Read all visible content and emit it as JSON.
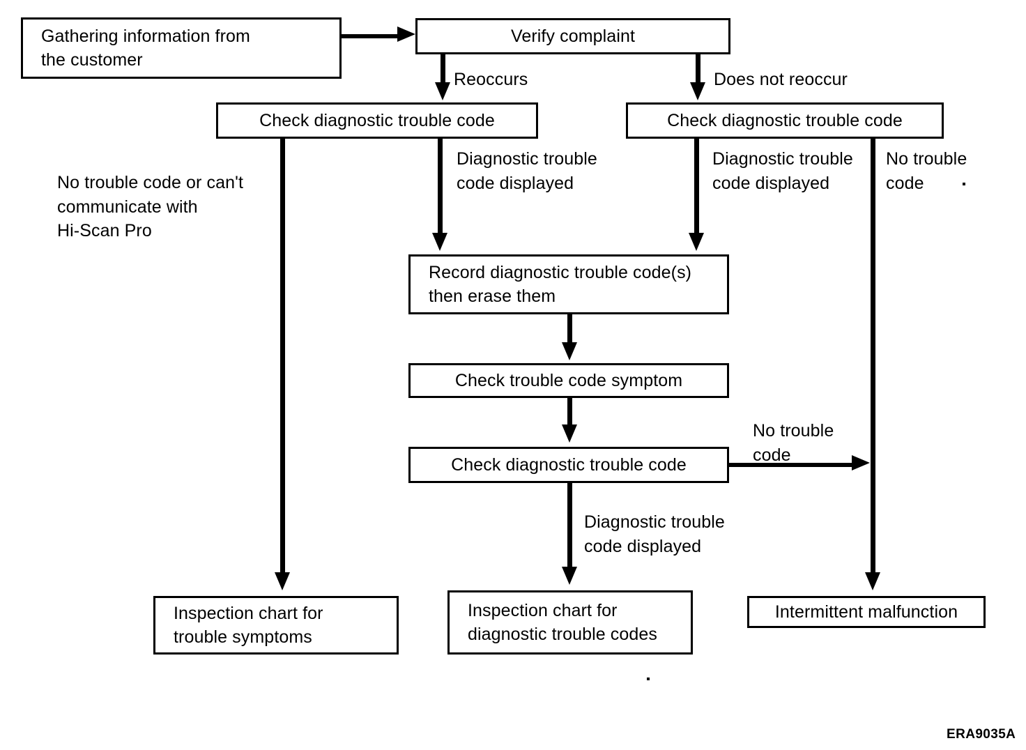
{
  "figure": {
    "code": "ERA9035A",
    "type": "flowchart",
    "title": "Diagnostic trouble code troubleshooting flow"
  },
  "nodes": [
    {
      "id": "gathering",
      "label": "Gathering information from\nthe customer"
    },
    {
      "id": "verify",
      "label": "Verify complaint"
    },
    {
      "id": "check-left",
      "label": "Check diagnostic trouble code"
    },
    {
      "id": "check-right",
      "label": "Check diagnostic trouble code"
    },
    {
      "id": "record-erase",
      "label": "Record diagnostic trouble code(s)\nthen erase them"
    },
    {
      "id": "check-symptom",
      "label": "Check trouble code symptom"
    },
    {
      "id": "check-mid",
      "label": "Check diagnostic trouble code"
    },
    {
      "id": "chart-symptoms",
      "label": "Inspection chart for\ntrouble symptoms"
    },
    {
      "id": "chart-codes",
      "label": "Inspection chart for\ndiagnostic trouble codes"
    },
    {
      "id": "intermittent",
      "label": "Intermittent malfunction"
    }
  ],
  "edge_labels": [
    {
      "id": "reoccurs",
      "text": "Reoccurs"
    },
    {
      "id": "does-not-reoccur",
      "text": "Does not reoccur"
    },
    {
      "id": "no-code-hiscan",
      "text": "No trouble code or can't\ncommunicate with\nHi-Scan Pro"
    },
    {
      "id": "code-displayed-left",
      "text": "Diagnostic trouble\ncode displayed"
    },
    {
      "id": "code-displayed-right",
      "text": "Diagnostic trouble\ncode displayed"
    },
    {
      "id": "no-code-right",
      "text": "No trouble\ncode"
    },
    {
      "id": "no-code-mid",
      "text": "No trouble\ncode"
    },
    {
      "id": "code-displayed-low",
      "text": "Diagnostic trouble\ncode displayed"
    }
  ],
  "colors": {
    "line": "#000000",
    "background": "#ffffff",
    "text": "#000000"
  }
}
